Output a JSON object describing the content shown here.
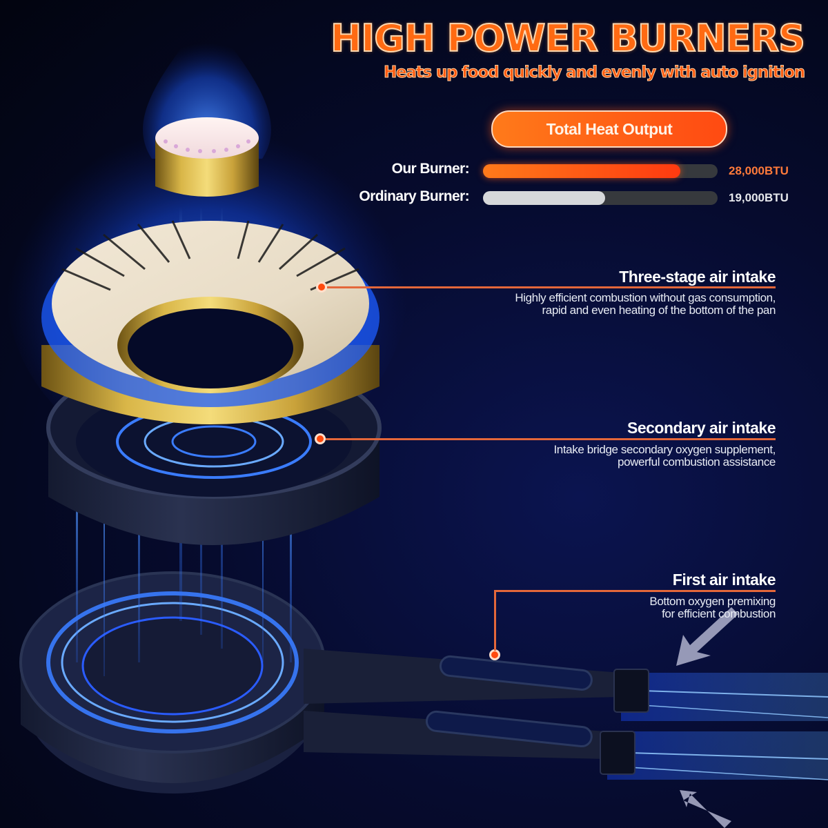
{
  "header": {
    "title": "HIGH POWER BURNERS",
    "subtitle": "Heats up food quickly and evenly with auto ignition"
  },
  "comparison": {
    "heading": "Total Heat Output",
    "rows": [
      {
        "label": "Our Burner:",
        "value": "28,000BTU",
        "percent": 84,
        "fill_color": "#ff4a12",
        "value_color": "#ff7a3a"
      },
      {
        "label": "Ordinary Burner:",
        "value": "19,000BTU",
        "percent": 52,
        "fill_color": "#d6d8da",
        "value_color": "#e6e8ec"
      }
    ]
  },
  "chart_data": {
    "type": "bar",
    "title": "Total Heat Output",
    "categories": [
      "Our Burner",
      "Ordinary Burner"
    ],
    "values": [
      28000,
      19000
    ],
    "unit": "BTU",
    "orientation": "horizontal"
  },
  "callouts": [
    {
      "title": "Three-stage air intake",
      "lines": [
        "Highly efficient combustion without gas consumption,",
        "rapid and even heating of the bottom of the pan"
      ]
    },
    {
      "title": "Secondary air intake",
      "lines": [
        "Intake bridge secondary oxygen supplement,",
        "powerful combustion assistance"
      ]
    },
    {
      "title": "First air intake",
      "lines": [
        "Bottom oxygen premixing",
        "for efficient combustion"
      ]
    }
  ],
  "colors": {
    "accent_orange": "#ff5a12",
    "flame_blue": "#1a5cff",
    "brass": "#c9a23a",
    "background": "#050a28"
  }
}
